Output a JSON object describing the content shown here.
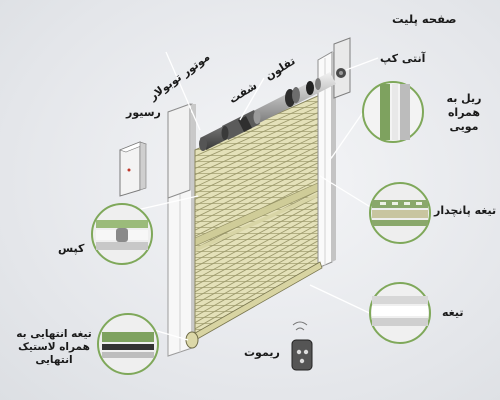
{
  "labels": {
    "face_plate": "صفحه پلیت",
    "antiknock": "آنتی کپ",
    "teflon": "تفلون",
    "shaft": "شفت",
    "tubular_motor": "موتور توبولار",
    "receiver": "رسیور",
    "rail_with_brush": "ریل به همراه مویی",
    "perforated_slat": "تیغه پانچدار",
    "caps": "کپس",
    "slat": "تیغه",
    "end_slat_with_rubber": "تیغه انتهایی به همراه لاستیک انتهایی",
    "remote": "ریموت"
  },
  "colors": {
    "background": "#e9ebee",
    "slat": "#e6e4bf",
    "slat_line": "#b8b58a",
    "rail": "#f6f6f6",
    "detail_circle_rim": "#6b9a4a",
    "leader_line": "#ffffff"
  }
}
